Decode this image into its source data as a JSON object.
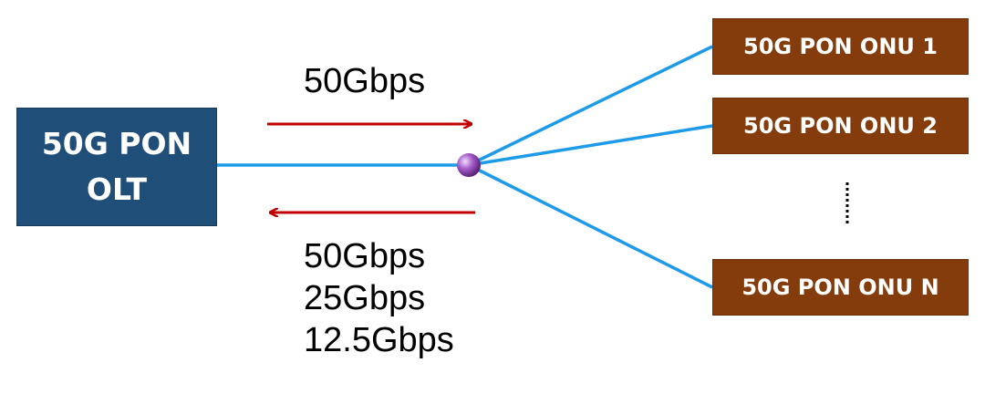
{
  "olt": {
    "label": "50G PON\nOLT"
  },
  "onus": [
    {
      "label": "50G PON ONU 1"
    },
    {
      "label": "50G PON ONU 2"
    },
    {
      "label": "50G PON ONU N"
    }
  ],
  "downstream": {
    "rate": "50Gbps"
  },
  "upstream": {
    "rates": [
      "50Gbps",
      "25Gbps",
      "12.5Gbps"
    ]
  },
  "colors": {
    "olt_fill": "#1f4e79",
    "onu_fill": "#843c0c",
    "fiber": "#1e9be8",
    "arrow": "#c00000",
    "splitter": "#8e44ad"
  }
}
